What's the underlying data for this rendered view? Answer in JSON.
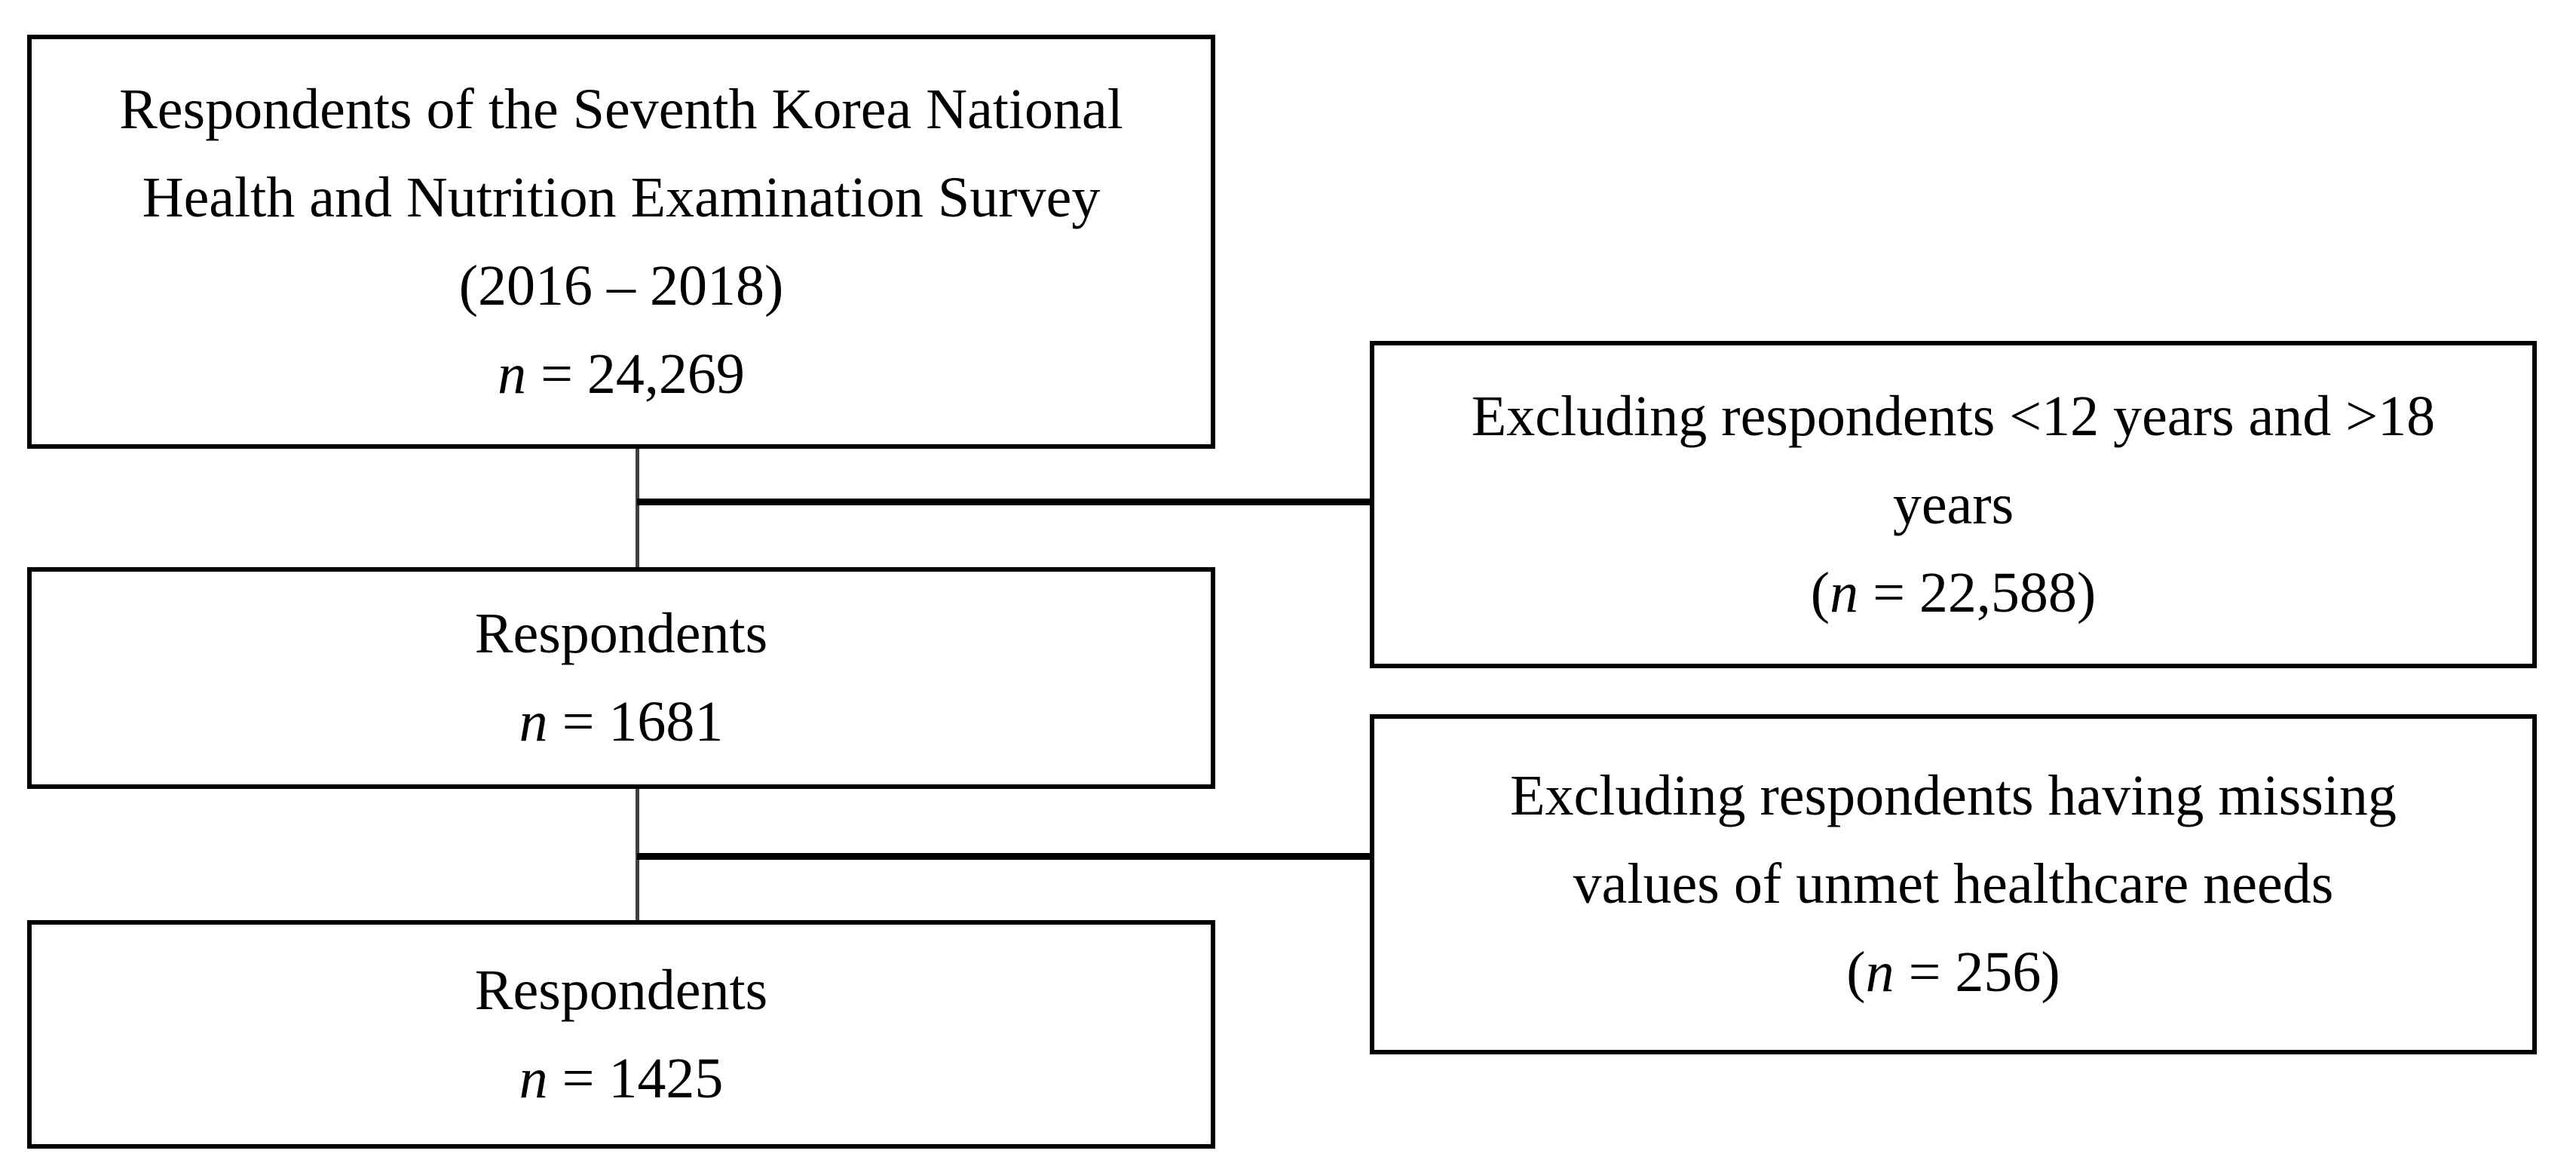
{
  "diagram": {
    "type": "flowchart",
    "title_semantic": "Study participant selection flow diagram",
    "colors": {
      "background": "#ffffff",
      "box_border": "#000000",
      "text": "#000000",
      "connector": "#3f3f3f"
    },
    "boxes": {
      "survey": {
        "line1": "Respondents of the Seventh Korea National",
        "line2": "Health and Nutrition Examination Survey",
        "line3": "(2016 – 2018)",
        "n": {
          "pre": "",
          "it": "n",
          "rest": " = 24,269"
        }
      },
      "exclusion_age": {
        "line1": "Excluding respondents <12 years and >18",
        "line2": "years",
        "n": {
          "pre": "(",
          "it": "n",
          "rest": " = 22,588)"
        }
      },
      "respondents_mid": {
        "line1": "Respondents",
        "n": {
          "pre": "",
          "it": "n",
          "rest": " = 1681"
        }
      },
      "exclusion_missing": {
        "line1": "Excluding respondents having missing",
        "line2": "values of unmet healthcare needs",
        "n": {
          "pre": "(",
          "it": "n",
          "rest": " = 256)"
        }
      },
      "respondents_final": {
        "line1": "Respondents",
        "n": {
          "pre": "",
          "it": "n",
          "rest": " = 1425"
        }
      }
    },
    "edges": [
      "survey -> respondents_mid",
      "survey -> exclusion_age",
      "respondents_mid -> respondents_final",
      "respondents_mid -> exclusion_missing"
    ]
  }
}
